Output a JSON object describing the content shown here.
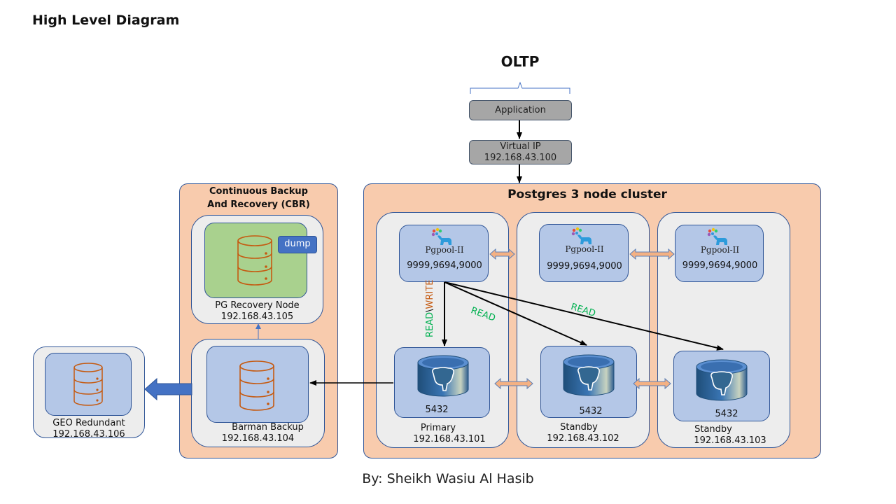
{
  "page_title": "High Level Diagram",
  "oltp": {
    "label": "OLTP",
    "application": "Application",
    "virtual_ip": {
      "label": "Virtual IP",
      "ip": "192.168.43.100"
    }
  },
  "cbr": {
    "title_line1": "Continuous Backup",
    "title_line2": "And Recovery (CBR)",
    "recovery_node": {
      "name": "PG Recovery Node",
      "ip": "192.168.43.105",
      "badge": "dump"
    },
    "barman": {
      "name": "Barman Backup",
      "ip": "192.168.43.104"
    }
  },
  "geo": {
    "name": "GEO Redundant",
    "ip": "192.168.43.106"
  },
  "cluster": {
    "title": "Postgres 3 node cluster",
    "nodes": [
      {
        "pgpool_name": "Pgpool-II",
        "pgpool_ports": "9999,9694,9000",
        "db_port": "5432",
        "role": "Primary",
        "ip": "192.168.43.101"
      },
      {
        "pgpool_name": "Pgpool-II",
        "pgpool_ports": "9999,9694,9000",
        "db_port": "5432",
        "role": "Standby",
        "ip": "192.168.43.102"
      },
      {
        "pgpool_name": "Pgpool-II",
        "pgpool_ports": "9999,9694,9000",
        "db_port": "5432",
        "role": "Standby",
        "ip": "192.168.43.103"
      }
    ],
    "edges": {
      "read_write_read": "READ",
      "read_write_sep": "\\",
      "read_write_write": "WRITE",
      "read1": "READ",
      "read2": "READ"
    }
  },
  "byline": "By: Sheikh Wasiu Al Hasib",
  "colors": {
    "cluster_bg": "#f8cbad",
    "node_bg": "#ededed",
    "component_bg": "#b4c7e7",
    "recovery_bg": "#a9d18e",
    "border": "#2f5597",
    "read_label": "#00b050",
    "write_label": "#c55a11",
    "db_icon": "#c55a11",
    "geo_arrow": "#4472c4"
  }
}
